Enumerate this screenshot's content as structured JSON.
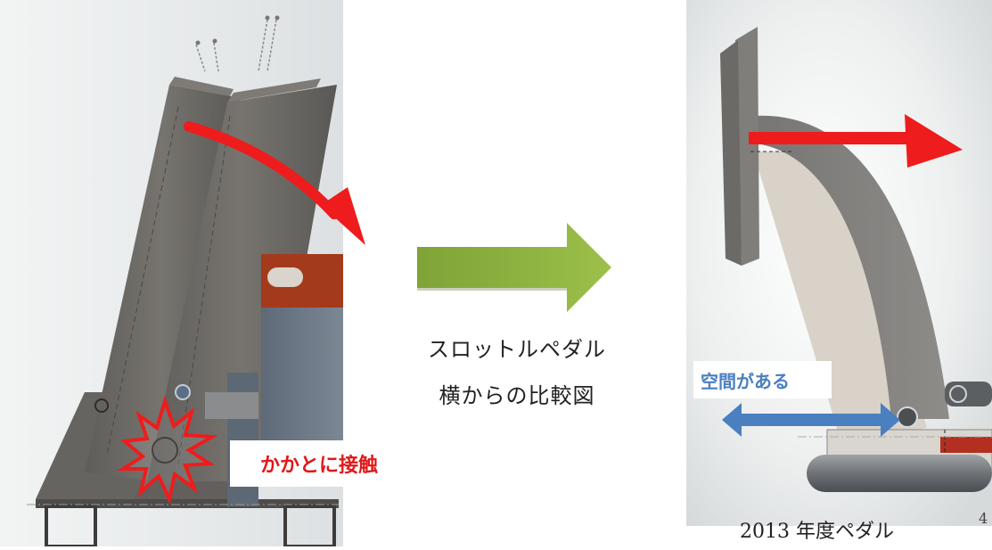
{
  "caption": {
    "line1": "スロットルペダル",
    "line2": "横からの比較図"
  },
  "labels": {
    "heel_contact": "かかとに接触",
    "space_exists": "空間がある"
  },
  "year_caption": "2013 年度ペダル",
  "page_number": "4",
  "colors": {
    "motion_arrow": "#ee1c1c",
    "transition_arrow": "#8bb13a",
    "space_arrow": "#4a7fc0",
    "pedal_metal": "#6d6b67",
    "label_red": "#e01818",
    "label_blue": "#4a7fc0"
  }
}
